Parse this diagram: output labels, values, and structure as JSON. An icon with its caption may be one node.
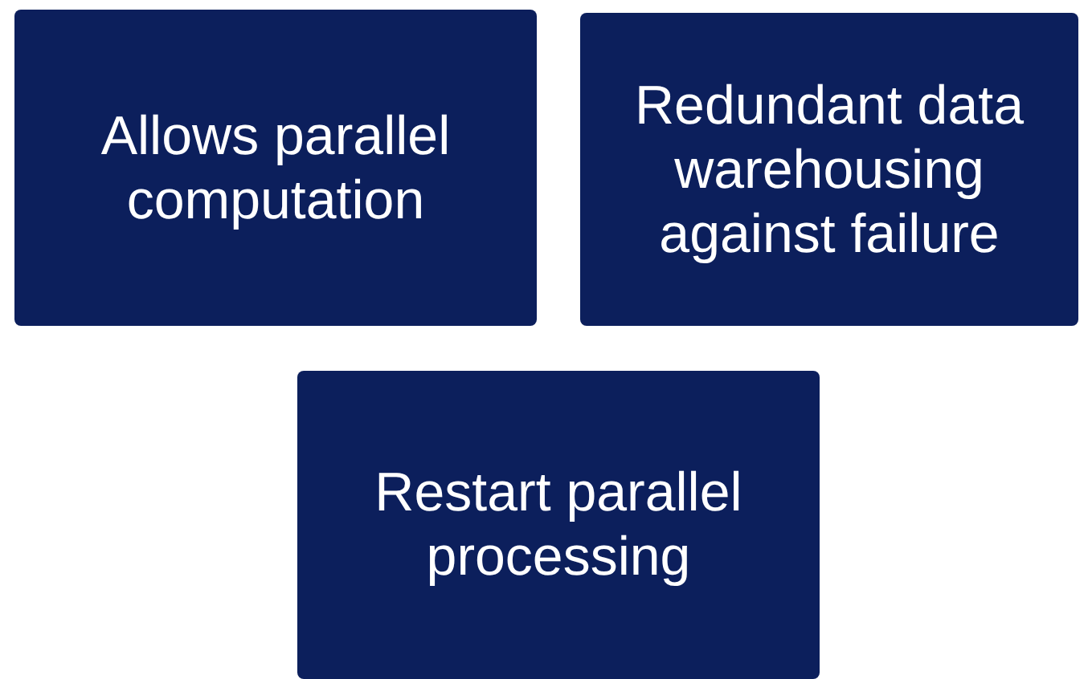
{
  "diagram": {
    "nodes": [
      {
        "text": [
          "Allows parallel computation"
        ]
      },
      {
        "text": [
          "Redundant data warehousing against failure"
        ]
      },
      {
        "text": [
          "Restart parallel processing"
        ]
      }
    ]
  }
}
